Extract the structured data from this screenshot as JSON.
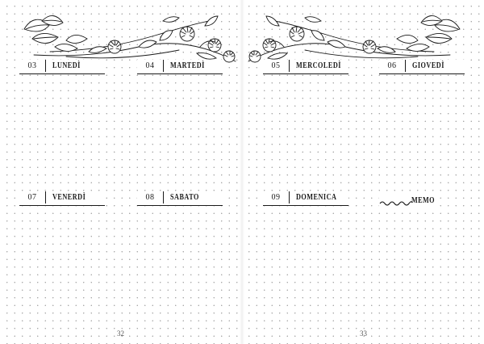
{
  "left_page": {
    "page_number": "32",
    "days": [
      {
        "num": "03",
        "name": "LUNEDÌ"
      },
      {
        "num": "04",
        "name": "MARTEDÌ"
      },
      {
        "num": "07",
        "name": "VENERDÌ"
      },
      {
        "num": "08",
        "name": "SABATO"
      }
    ]
  },
  "right_page": {
    "page_number": "33",
    "days": [
      {
        "num": "05",
        "name": "MERCOLEDÌ"
      },
      {
        "num": "06",
        "name": "GIOVEDÌ"
      },
      {
        "num": "09",
        "name": "DOMENICA"
      }
    ],
    "memo_label": "MEMO"
  },
  "decoration": {
    "icon": "clover-floral-garland-icon",
    "ink_color": "#1a1a1a",
    "dot_color": "#9a9a9a"
  }
}
